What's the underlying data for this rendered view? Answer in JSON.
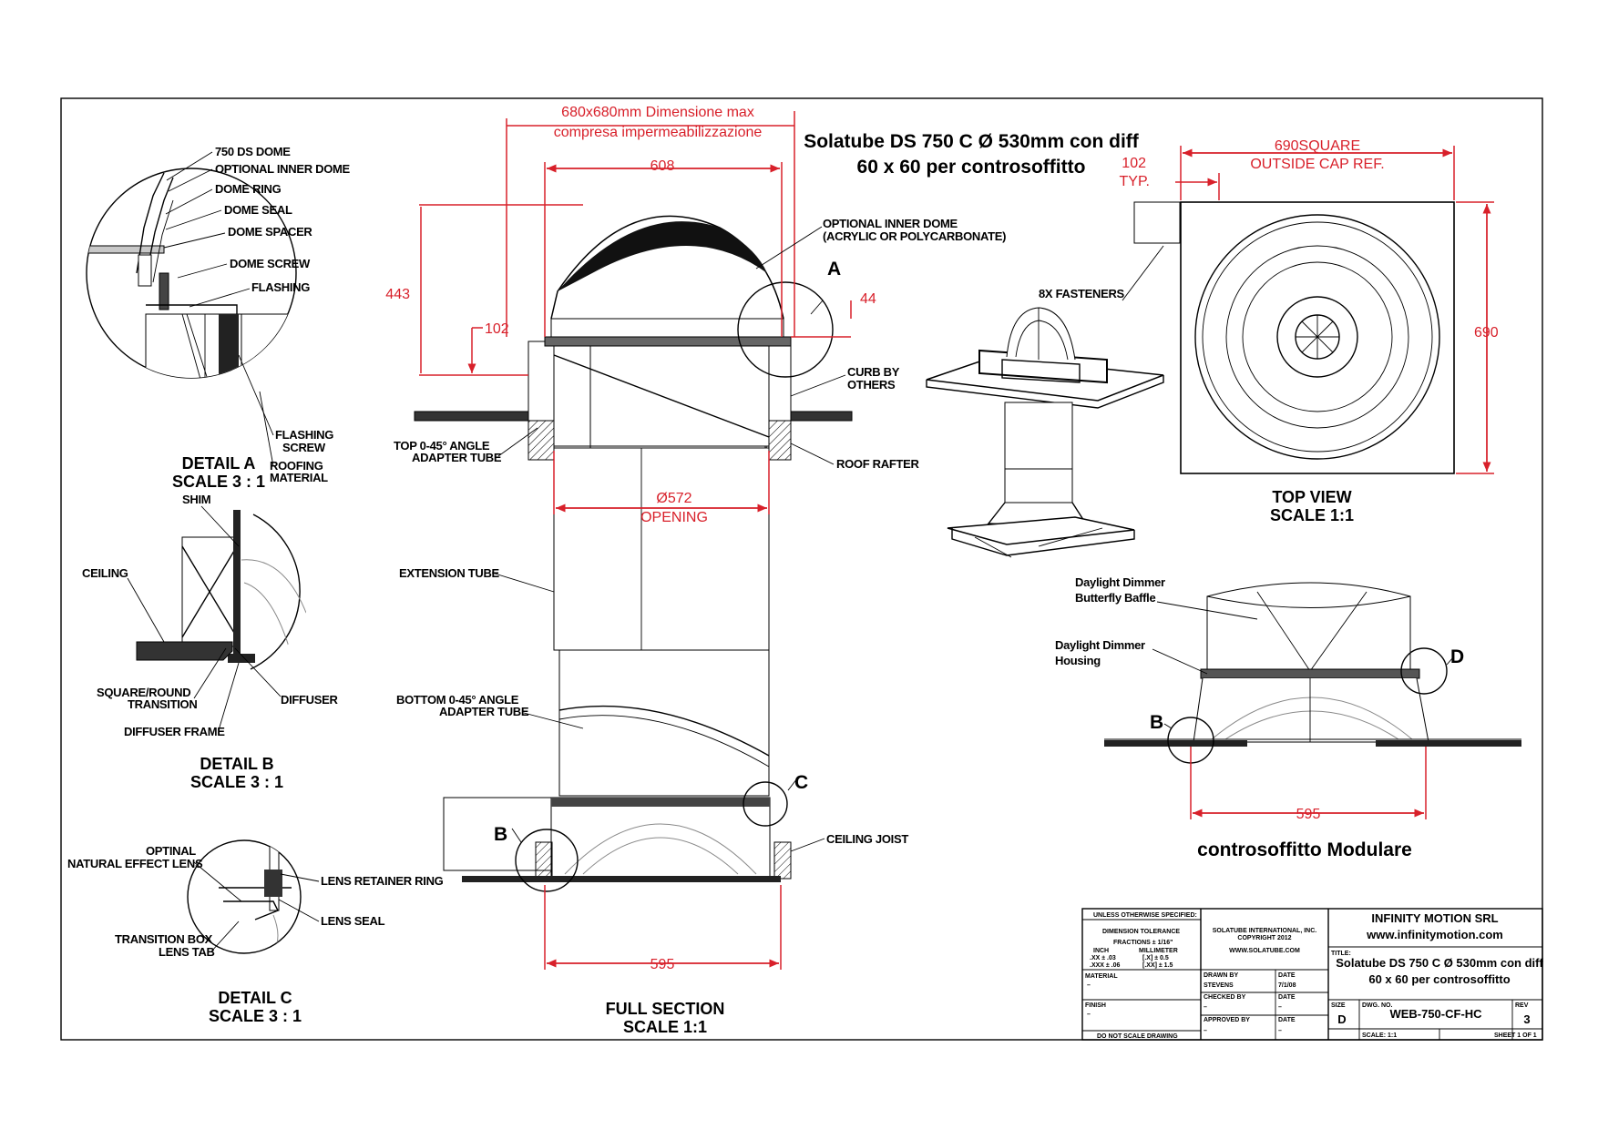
{
  "title": {
    "line1": "Solatube DS 750 C Ø 530mm con diff",
    "line2": "60 x 60 per controsoffitto"
  },
  "colors": {
    "dimension": "#d8202a",
    "line": "#000000",
    "paper": "#ffffff"
  },
  "detail_a": {
    "labels": [
      "750 DS DOME",
      "OPTIONAL INNER DOME",
      "DOME RING",
      "DOME SEAL",
      "DOME SPACER",
      "DOME SCREW",
      "FLASHING"
    ],
    "flashing_screw": [
      "FLASHING",
      "SCREW"
    ],
    "roofing_material": [
      "ROOFING",
      "MATERIAL"
    ],
    "caption": [
      "DETAIL A",
      "SCALE 3 : 1"
    ]
  },
  "detail_b": {
    "shim": "SHIM",
    "ceiling": "CEILING",
    "square_round": [
      "SQUARE/ROUND",
      "TRANSITION"
    ],
    "diffuser": "DIFFUSER",
    "diffuser_frame": "DIFFUSER FRAME",
    "caption": [
      "DETAIL B",
      "SCALE 3 : 1"
    ]
  },
  "detail_c": {
    "optinal": [
      "OPTINAL",
      "NATURAL EFFECT LENS"
    ],
    "lens_retainer": "LENS RETAINER RING",
    "lens_seal": "LENS SEAL",
    "transition_box": [
      "TRANSITION BOX",
      "LENS TAB"
    ],
    "caption": [
      "DETAIL C",
      "SCALE 3 : 1"
    ]
  },
  "full_section": {
    "dim_top": [
      "680x680mm Dimensione max",
      "compresa impermeabilizzazione"
    ],
    "dim_608": "608",
    "dim_443": "443",
    "dim_102": "102",
    "dim_44": "44",
    "dim_572": [
      "Ø572",
      "OPENING"
    ],
    "dim_595": "595",
    "inner_dome": [
      "OPTIONAL INNER DOME",
      "(ACRYLIC OR POLYCARBONATE)"
    ],
    "curb": [
      "CURB BY",
      "OTHERS"
    ],
    "top_adapter": [
      "TOP 0-45° ANGLE",
      "ADAPTER TUBE"
    ],
    "roof_rafter": "ROOF RAFTER",
    "extension_tube": "EXTENSION TUBE",
    "bottom_adapter": [
      "BOTTOM 0-45° ANGLE",
      "ADAPTER TUBE"
    ],
    "ceiling_joist": "CEILING JOIST",
    "letter_a": "A",
    "letter_b": "B",
    "letter_c": "C",
    "caption": [
      "FULL SECTION",
      "SCALE 1:1"
    ]
  },
  "iso_view": {
    "fasteners": "8X FASTENERS"
  },
  "top_view": {
    "dim_690_top": [
      "690SQUARE",
      "OUTSIDE CAP REF."
    ],
    "dim_102": [
      "102",
      "TYP."
    ],
    "dim_690_side": "690",
    "caption": [
      "TOP VIEW",
      "SCALE 1:1"
    ]
  },
  "modular": {
    "baffle": [
      "Daylight Dimmer",
      "Butterfly Baffle"
    ],
    "housing": [
      "Daylight Dimmer",
      "Housing"
    ],
    "letter_b": "B",
    "letter_d": "D",
    "dim_595": "595",
    "caption": "controsoffitto Modulare"
  },
  "title_block": {
    "unless": "UNLESS OTHERWISE SPECIFIED:",
    "tolerance": "DIMENSION TOLERANCE",
    "fractions": "FRACTIONS ± 1/16\"",
    "inch": "INCH",
    "millimeter": "MILLIMETER",
    "tol_x1": ".XX ± .03",
    "tol_x2": ".XXX ± .06",
    "tol_m1": "[.X] ± 0.5",
    "tol_m2": "[.XX] ± 1.5",
    "material": "MATERIAL",
    "finish": "FINISH",
    "dash": "–",
    "no_scale": "DO NOT SCALE DRAWING",
    "company_intl": [
      "SOLATUBE INTERNATIONAL, INC.",
      "COPYRIGHT 2012"
    ],
    "company_web": "WWW.SOLATUBE.COM",
    "drawn_by": "DRAWN BY",
    "drawn_name": "STEVENS",
    "date": "DATE",
    "date_val": "7/1/08",
    "checked_by": "CHECKED BY",
    "approved_by": "APPROVED BY",
    "company": "INFINITY MOTION SRL",
    "website": "www.infinitymotion.com",
    "title_label": "TITLE:",
    "title_1": "Solatube DS 750 C Ø 530mm con diff",
    "title_2": "60 x 60 per controsoffitto",
    "size_label": "SIZE",
    "size": "D",
    "dwg_label": "DWG. NO.",
    "dwg_no": "WEB-750-CF-HC",
    "rev_label": "REV",
    "rev": "3",
    "scale": "SCALE: 1:1",
    "sheet": "SHEET 1 OF 1"
  }
}
